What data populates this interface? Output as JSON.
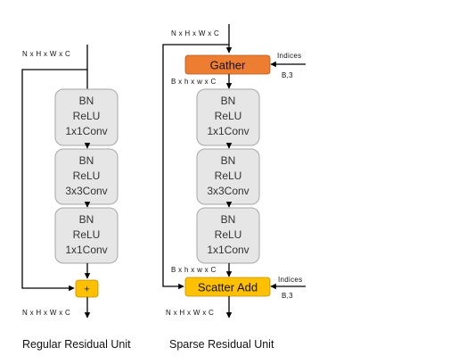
{
  "regular": {
    "input_label": "N x H x W x C",
    "output_label": "N x H x W x C",
    "blocks": [
      {
        "lines": [
          "BN",
          "ReLU",
          "1x1Conv"
        ]
      },
      {
        "lines": [
          "BN",
          "ReLU",
          "3x3Conv"
        ]
      },
      {
        "lines": [
          "BN",
          "ReLU",
          "1x1Conv"
        ]
      }
    ],
    "add_symbol": "+",
    "caption": "Regular Residual Unit"
  },
  "sparse": {
    "input_label": "N x H x W x C",
    "gather_label": "Gather",
    "gather_side_label": "Indices",
    "gather_side_sub": "B,3",
    "after_gather_label": "B x h x w x C",
    "blocks": [
      {
        "lines": [
          "BN",
          "ReLU",
          "1x1Conv"
        ]
      },
      {
        "lines": [
          "BN",
          "ReLU",
          "3x3Conv"
        ]
      },
      {
        "lines": [
          "BN",
          "ReLU",
          "1x1Conv"
        ]
      }
    ],
    "before_scatter_label": "B x h x w x C",
    "scatter_label": "Scatter Add",
    "scatter_side_label": "Indices",
    "scatter_side_sub": "B,3",
    "output_label": "N x H x W x C",
    "caption": "Sparse Residual Unit"
  },
  "colors": {
    "gather": "#ED7D31",
    "scatter": "#FFC000",
    "block_fill": "#E7E6E6",
    "block_stroke": "#A6A6A6",
    "line": "#000000"
  }
}
